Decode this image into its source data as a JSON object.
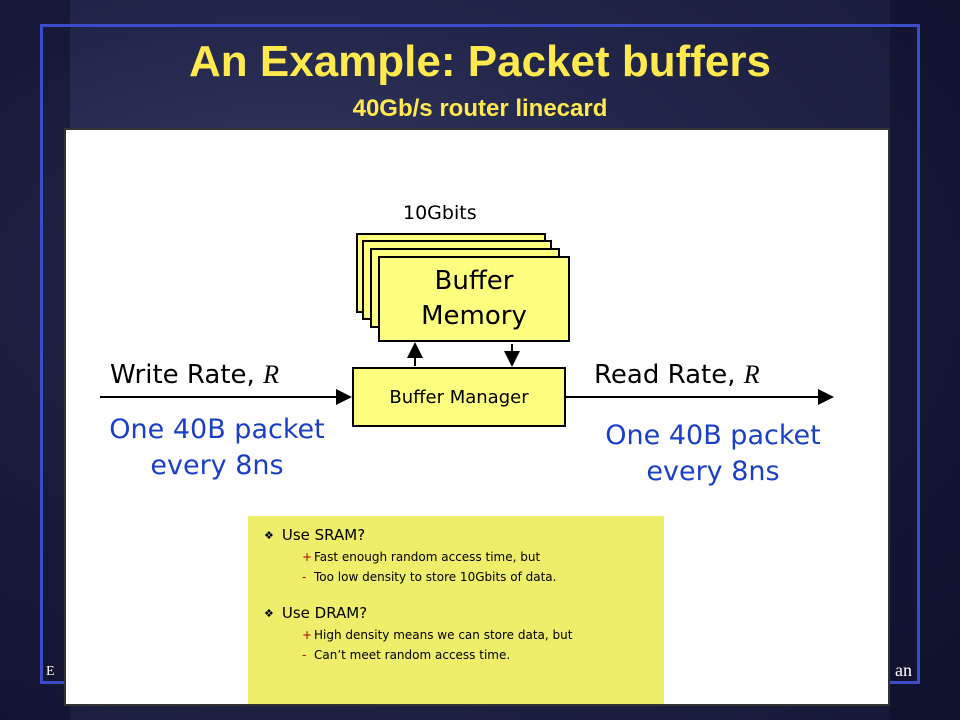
{
  "slide": {
    "title": "An Example: Packet buffers",
    "subtitle": "40Gb/s router linecard",
    "footer_right": "an",
    "footer_left": "E"
  },
  "diagram": {
    "memory_size_label": "10Gbits",
    "buffer_memory_line1": "Buffer",
    "buffer_memory_line2": "Memory",
    "buffer_manager_label": "Buffer Manager",
    "write_rate_label": "Write Rate,",
    "read_rate_label": "Read Rate,",
    "rate_symbol": "R",
    "write_packet_line1": "One 40B packet",
    "write_packet_line2": "every 8ns",
    "read_packet_line1": "One 40B packet",
    "read_packet_line2": "every 8ns"
  },
  "notes": {
    "sram_heading": "Use SRAM?",
    "sram_pro": "Fast enough random access time, but",
    "sram_con": "Too low density to store 10Gbits of data.",
    "dram_heading": "Use DRAM?",
    "dram_pro": "High density means we can store data, but",
    "dram_con": "Can’t meet random access time.",
    "plus_mark": "+",
    "minus_mark": "-",
    "bullet_glyph": "❖"
  }
}
